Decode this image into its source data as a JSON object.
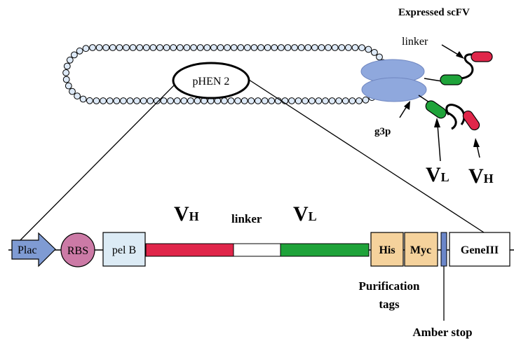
{
  "labels": {
    "expressed_scfv": "Expressed scFV",
    "linker_top": "linker",
    "plasmid": "pHEN 2",
    "g3p": "g3p",
    "vl_big": "V",
    "vl_big_sub": "L",
    "vh_big": "V",
    "vh_big_sub": "H",
    "vh_mid": "V",
    "vh_mid_sub": "H",
    "linker_mid": "linker",
    "vl_mid": "V",
    "vl_mid_sub": "L",
    "purification_line1": "Purification",
    "purification_line2": "tags",
    "amber_stop": "Amber stop"
  },
  "construct": {
    "plac": "Plac",
    "rbs": "RBS",
    "pelb": "pel B",
    "his": "His",
    "myc": "Myc",
    "gene3": "GeneIII"
  },
  "colors": {
    "vh": "#e0264a",
    "vl": "#1fa33a",
    "g3p": "#8fa8dd",
    "plac": "#7f9bd3",
    "rbs": "#cc7aa6",
    "pelb": "#dcebf5",
    "tags": "#f5d29c",
    "amber": "#6b86c9",
    "bead": "#dde9f7"
  }
}
